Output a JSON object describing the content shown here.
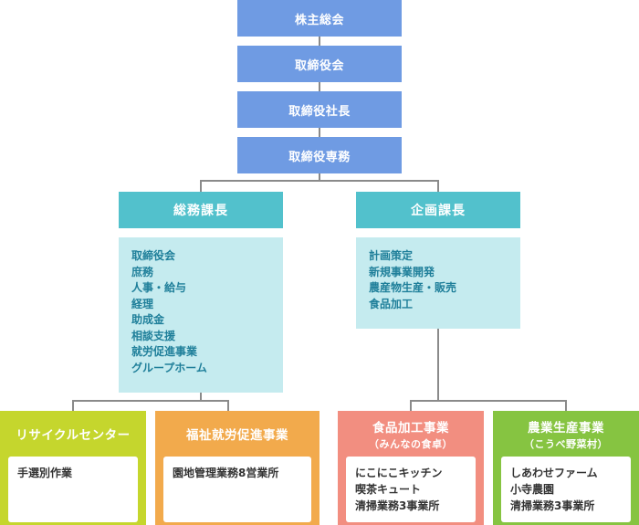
{
  "executives": [
    "株主総会",
    "取締役会",
    "取締役社長",
    "取締役専務"
  ],
  "departments": [
    {
      "title": "総務課長",
      "duties": [
        "取締役会",
        "庶務",
        "人事・給与",
        "経理",
        "助成金",
        "相談支援",
        "就労促進事業",
        "グループホーム"
      ]
    },
    {
      "title": "企画課長",
      "duties": [
        "計画策定",
        "新規事業開発",
        "農産物生産・販売",
        "食品加工"
      ]
    }
  ],
  "units": [
    {
      "title": "リサイクルセンター",
      "subtitle": "",
      "items": [
        "手選別作業"
      ],
      "color": "#c5d62d"
    },
    {
      "title": "福祉就労促進事業",
      "subtitle": "",
      "items": [
        "園地管理業務8営業所"
      ],
      "color": "#f2aa4c"
    },
    {
      "title": "食品加工事業",
      "subtitle": "（みんなの食卓）",
      "items": [
        "にこにこキッチン",
        "喫茶キュート",
        "清掃業務3事業所"
      ],
      "color": "#f28e80"
    },
    {
      "title": "農業生産事業",
      "subtitle": "（こうべ野菜村）",
      "items": [
        "しあわせファーム",
        "小寺農園",
        "清掃業務3事業所"
      ],
      "color": "#86c441"
    }
  ],
  "colors": {
    "executive": "#6f9be3",
    "manager": "#52c1cc",
    "duties_bg": "#c5ebef",
    "duties_text": "#1f7f9a",
    "connector": "#8a8a8a"
  }
}
